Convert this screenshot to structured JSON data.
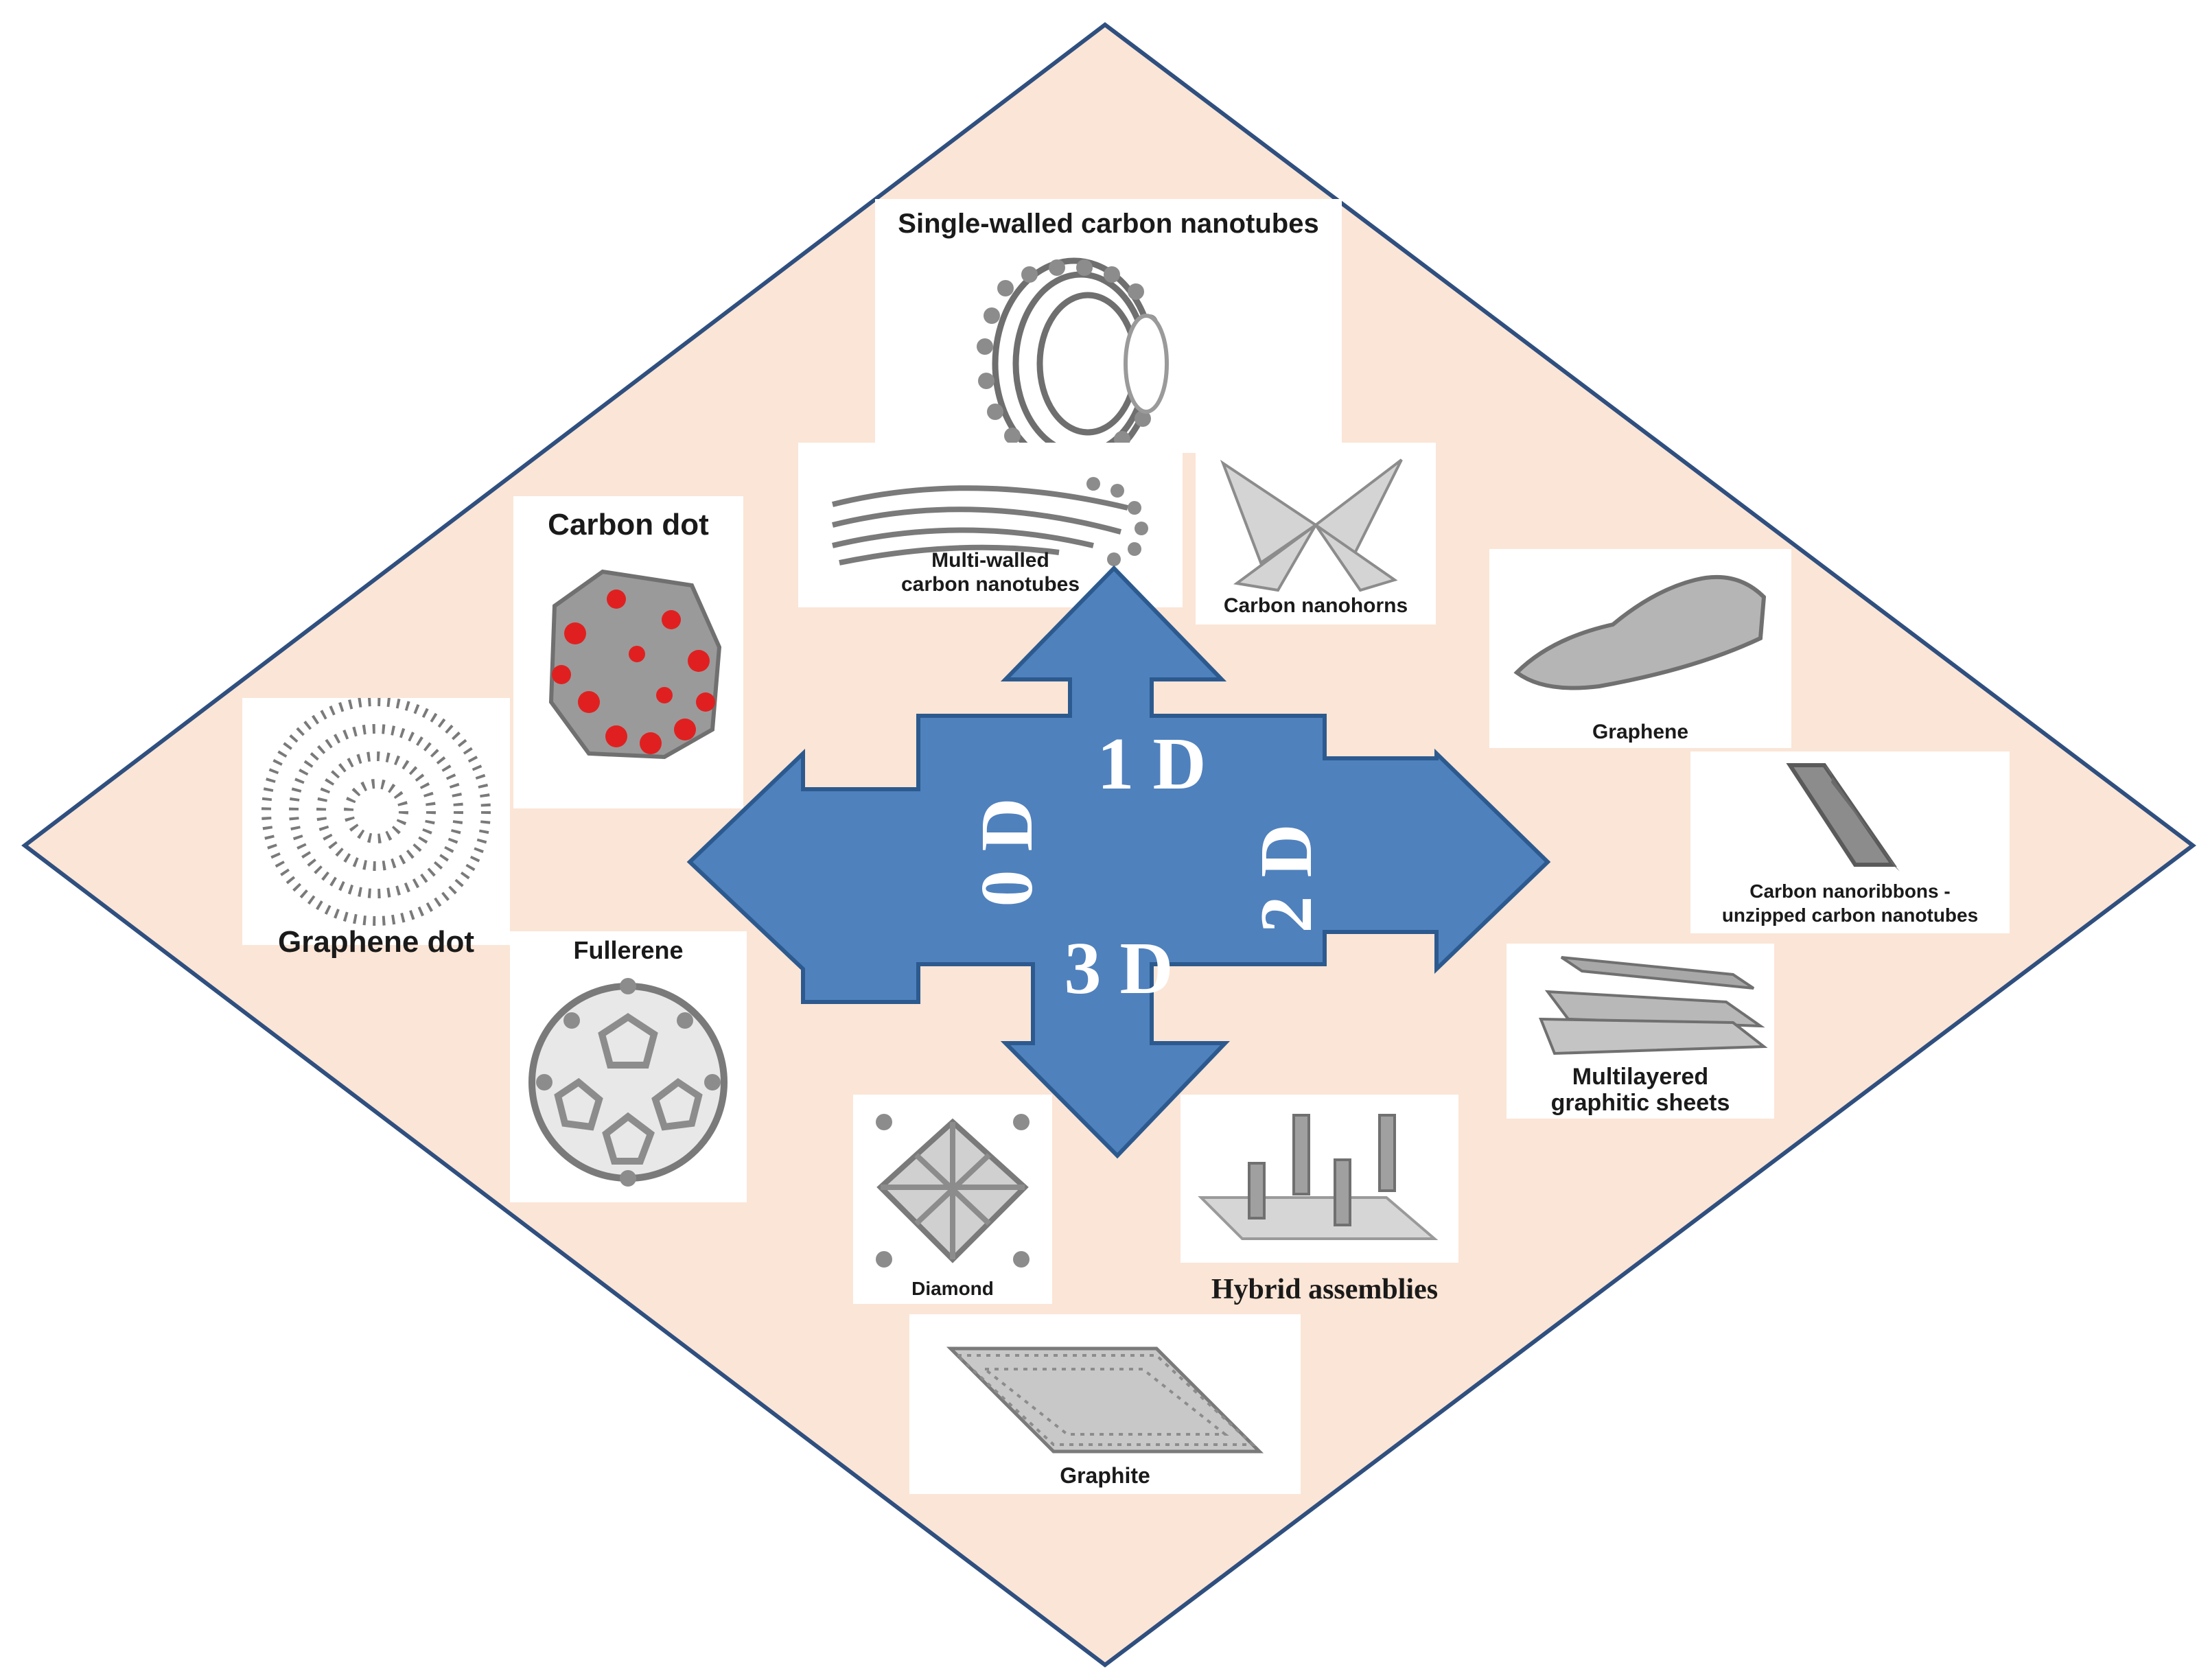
{
  "colors": {
    "diamond_fill": "#fbe5d6",
    "diamond_stroke": "#2f4f7f",
    "arrow_fill": "#4f81bd",
    "arrow_stroke": "#2c5a8f",
    "atom_gray": "#8c8c8c",
    "oxygen_red": "#e02020"
  },
  "dimensions": {
    "zero_d": "0 D",
    "one_d": "1 D",
    "two_d": "2 D",
    "three_d": "3 D"
  },
  "materials": {
    "swcnt": "Single-walled carbon nanotubes",
    "mwcnt_line1": "Multi-walled",
    "mwcnt_line2": "carbon nanotubes",
    "nanohorns": "Carbon nanohorns",
    "carbon_dot": "Carbon dot",
    "graphene_dot": "Graphene dot",
    "fullerene": "Fullerene",
    "graphene": "Graphene",
    "nanoribbons_line1": "Carbon nanoribbons -",
    "nanoribbons_line2": "unzipped carbon nanotubes",
    "multilayer_line1": "Multilayered",
    "multilayer_line2": "graphitic sheets",
    "diamond": "Diamond",
    "hybrid": "Hybrid assemblies",
    "graphite": "Graphite"
  }
}
